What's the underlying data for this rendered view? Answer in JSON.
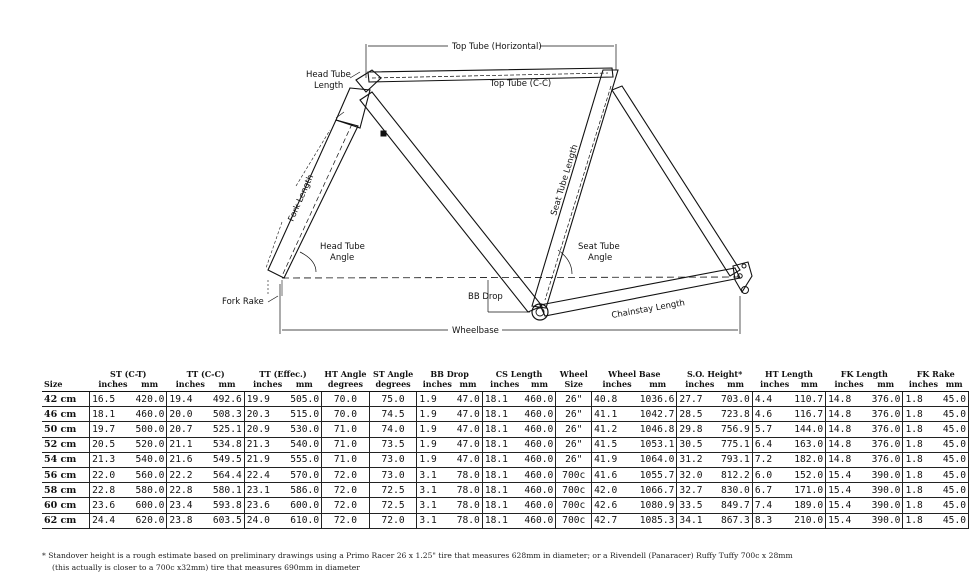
{
  "diagram": {
    "labels": {
      "top_tube_horizontal": "Top Tube (Horizontal)",
      "head_tube_length_1": "Head Tube",
      "head_tube_length_2": "Length",
      "top_tube_cc": "Top Tube (C-C)",
      "fork_length": "Fork Length",
      "seat_tube_length": "Seat Tube Length",
      "head_tube_angle_1": "Head Tube",
      "head_tube_angle_2": "Angle",
      "seat_tube_angle_1": "Seat Tube",
      "seat_tube_angle_2": "Angle",
      "fork_rake": "Fork Rake",
      "bb_drop": "BB Drop",
      "chainstay_length": "Chainstay Length",
      "wheelbase": "Wheelbase"
    }
  },
  "table": {
    "size_header": "Size",
    "columns": [
      {
        "title": "ST (C-T)",
        "sub1": "inches",
        "sub2": "mm"
      },
      {
        "title": "TT (C-C)",
        "sub1": "inches",
        "sub2": "mm"
      },
      {
        "title": "TT (Effec.)",
        "sub1": "inches",
        "sub2": "mm"
      },
      {
        "title": "HT Angle",
        "sub1": "degrees",
        "sub2": ""
      },
      {
        "title": "ST Angle",
        "sub1": "degrees",
        "sub2": ""
      },
      {
        "title": "BB Drop",
        "sub1": "inches",
        "sub2": "mm"
      },
      {
        "title": "CS Length",
        "sub1": "inches",
        "sub2": "mm"
      },
      {
        "title": "Wheel",
        "sub1": "Size",
        "sub2": ""
      },
      {
        "title": "Wheel Base",
        "sub1": "inches",
        "sub2": "mm"
      },
      {
        "title": "S.O. Height*",
        "sub1": "inches",
        "sub2": "mm"
      },
      {
        "title": "HT Length",
        "sub1": "inches",
        "sub2": "mm"
      },
      {
        "title": "FK Length",
        "sub1": "inches",
        "sub2": "mm"
      },
      {
        "title": "FK Rake",
        "sub1": "inches",
        "sub2": "mm"
      }
    ],
    "rows": [
      {
        "size": "42 cm",
        "cells": [
          [
            "16.5",
            "420.0"
          ],
          [
            "19.4",
            "492.6"
          ],
          [
            "19.9",
            "505.0"
          ],
          [
            "70.0"
          ],
          [
            "75.0"
          ],
          [
            "1.9",
            "47.0"
          ],
          [
            "18.1",
            "460.0"
          ],
          [
            "26\""
          ],
          [
            "40.8",
            "1036.6"
          ],
          [
            "27.7",
            "703.0"
          ],
          [
            "4.4",
            "110.7"
          ],
          [
            "14.8",
            "376.0"
          ],
          [
            "1.8",
            "45.0"
          ]
        ]
      },
      {
        "size": "46 cm",
        "cells": [
          [
            "18.1",
            "460.0"
          ],
          [
            "20.0",
            "508.3"
          ],
          [
            "20.3",
            "515.0"
          ],
          [
            "70.0"
          ],
          [
            "74.5"
          ],
          [
            "1.9",
            "47.0"
          ],
          [
            "18.1",
            "460.0"
          ],
          [
            "26\""
          ],
          [
            "41.1",
            "1042.7"
          ],
          [
            "28.5",
            "723.8"
          ],
          [
            "4.6",
            "116.7"
          ],
          [
            "14.8",
            "376.0"
          ],
          [
            "1.8",
            "45.0"
          ]
        ]
      },
      {
        "size": "50 cm",
        "cells": [
          [
            "19.7",
            "500.0"
          ],
          [
            "20.7",
            "525.1"
          ],
          [
            "20.9",
            "530.0"
          ],
          [
            "71.0"
          ],
          [
            "74.0"
          ],
          [
            "1.9",
            "47.0"
          ],
          [
            "18.1",
            "460.0"
          ],
          [
            "26\""
          ],
          [
            "41.2",
            "1046.8"
          ],
          [
            "29.8",
            "756.9"
          ],
          [
            "5.7",
            "144.0"
          ],
          [
            "14.8",
            "376.0"
          ],
          [
            "1.8",
            "45.0"
          ]
        ]
      },
      {
        "size": "52 cm",
        "cells": [
          [
            "20.5",
            "520.0"
          ],
          [
            "21.1",
            "534.8"
          ],
          [
            "21.3",
            "540.0"
          ],
          [
            "71.0"
          ],
          [
            "73.5"
          ],
          [
            "1.9",
            "47.0"
          ],
          [
            "18.1",
            "460.0"
          ],
          [
            "26\""
          ],
          [
            "41.5",
            "1053.1"
          ],
          [
            "30.5",
            "775.1"
          ],
          [
            "6.4",
            "163.0"
          ],
          [
            "14.8",
            "376.0"
          ],
          [
            "1.8",
            "45.0"
          ]
        ]
      },
      {
        "size": "54 cm",
        "cells": [
          [
            "21.3",
            "540.0"
          ],
          [
            "21.6",
            "549.5"
          ],
          [
            "21.9",
            "555.0"
          ],
          [
            "71.0"
          ],
          [
            "73.0"
          ],
          [
            "1.9",
            "47.0"
          ],
          [
            "18.1",
            "460.0"
          ],
          [
            "26\""
          ],
          [
            "41.9",
            "1064.0"
          ],
          [
            "31.2",
            "793.1"
          ],
          [
            "7.2",
            "182.0"
          ],
          [
            "14.8",
            "376.0"
          ],
          [
            "1.8",
            "45.0"
          ]
        ]
      },
      {
        "size": "56 cm",
        "cells": [
          [
            "22.0",
            "560.0"
          ],
          [
            "22.2",
            "564.4"
          ],
          [
            "22.4",
            "570.0"
          ],
          [
            "72.0"
          ],
          [
            "73.0"
          ],
          [
            "3.1",
            "78.0"
          ],
          [
            "18.1",
            "460.0"
          ],
          [
            "700c"
          ],
          [
            "41.6",
            "1055.7"
          ],
          [
            "32.0",
            "812.2"
          ],
          [
            "6.0",
            "152.0"
          ],
          [
            "15.4",
            "390.0"
          ],
          [
            "1.8",
            "45.0"
          ]
        ]
      },
      {
        "size": "58 cm",
        "cells": [
          [
            "22.8",
            "580.0"
          ],
          [
            "22.8",
            "580.1"
          ],
          [
            "23.1",
            "586.0"
          ],
          [
            "72.0"
          ],
          [
            "72.5"
          ],
          [
            "3.1",
            "78.0"
          ],
          [
            "18.1",
            "460.0"
          ],
          [
            "700c"
          ],
          [
            "42.0",
            "1066.7"
          ],
          [
            "32.7",
            "830.0"
          ],
          [
            "6.7",
            "171.0"
          ],
          [
            "15.4",
            "390.0"
          ],
          [
            "1.8",
            "45.0"
          ]
        ]
      },
      {
        "size": "60 cm",
        "cells": [
          [
            "23.6",
            "600.0"
          ],
          [
            "23.4",
            "593.8"
          ],
          [
            "23.6",
            "600.0"
          ],
          [
            "72.0"
          ],
          [
            "72.5"
          ],
          [
            "3.1",
            "78.0"
          ],
          [
            "18.1",
            "460.0"
          ],
          [
            "700c"
          ],
          [
            "42.6",
            "1080.9"
          ],
          [
            "33.5",
            "849.7"
          ],
          [
            "7.4",
            "189.0"
          ],
          [
            "15.4",
            "390.0"
          ],
          [
            "1.8",
            "45.0"
          ]
        ]
      },
      {
        "size": "62 cm",
        "cells": [
          [
            "24.4",
            "620.0"
          ],
          [
            "23.8",
            "603.5"
          ],
          [
            "24.0",
            "610.0"
          ],
          [
            "72.0"
          ],
          [
            "72.0"
          ],
          [
            "3.1",
            "78.0"
          ],
          [
            "18.1",
            "460.0"
          ],
          [
            "700c"
          ],
          [
            "42.7",
            "1085.3"
          ],
          [
            "34.1",
            "867.3"
          ],
          [
            "8.3",
            "210.0"
          ],
          [
            "15.4",
            "390.0"
          ],
          [
            "1.8",
            "45.0"
          ]
        ]
      }
    ]
  },
  "footnote": {
    "line1": "* Standover height is a rough estimate based on preliminary drawings using a Primo Racer 26 x 1.25\" tire that measures 628mm in diameter; or a Rivendell (Panaracer) Ruffy Tuffy 700c x 28mm",
    "line2": "(this actually is closer to a 700c x32mm) tire that measures 690mm in diameter"
  }
}
